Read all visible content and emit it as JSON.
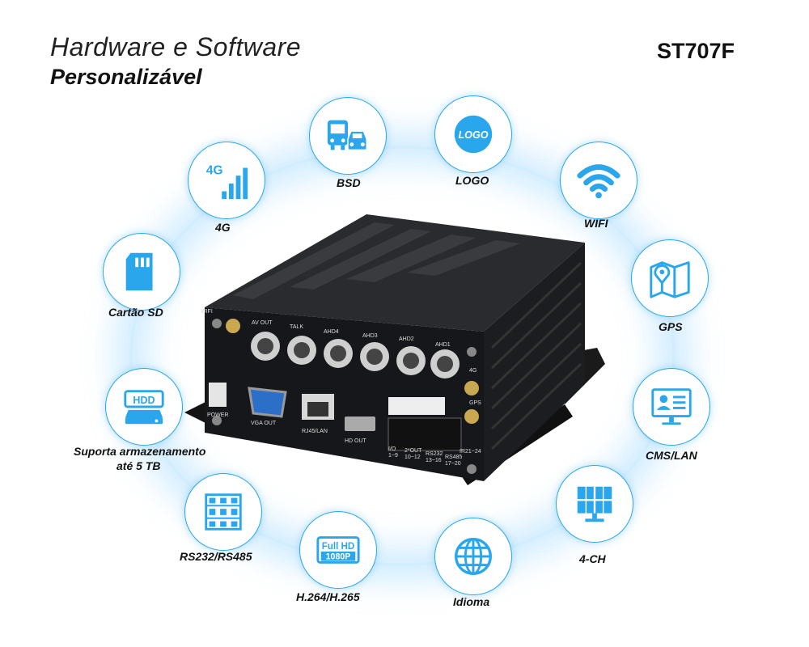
{
  "header": {
    "title_line1": "Hardware e Software",
    "title_line2": "Personalizável",
    "model": "ST707F"
  },
  "features": {
    "bsd": "BSD",
    "logo": "LOGO",
    "logo_badge": "LOGO",
    "four_g": "4G",
    "four_g_badge": "4G",
    "wifi": "WIFI",
    "sd": "Cartão SD",
    "gps": "GPS",
    "storage_line1": "Suporta armazenamento",
    "storage_line2": "até 5 TB",
    "hdd_badge": "HDD",
    "cms": "CMS/LAN",
    "rs": "RS232/RS485",
    "ch": "4-CH",
    "codec": "H.264/H.265",
    "fullhd_top": "Full HD",
    "fullhd_bottom": "1080P",
    "lang": "Idioma"
  },
  "device_labels": {
    "wifi": "WIFI",
    "av_out": "AV OUT",
    "talk": "TALK",
    "ahd4": "AHD4",
    "ahd3": "AHD3",
    "ahd2": "AHD2",
    "ahd1": "AHD1",
    "four_g": "4G",
    "gps": "GPS",
    "power": "POWER",
    "vga_out": "VGA OUT",
    "rj45": "RJ45/LAN",
    "hd_out": "HD OUT",
    "io": "I/O",
    "io_pins": "1~9",
    "out": "2*OUT",
    "out_pins": "10~12",
    "rs232": "RS232",
    "rs232_pins": "13~16",
    "rs485": "RS485",
    "rs485_pins": "17~20",
    "ir": "IR21~24"
  },
  "colors": {
    "accent": "#2aa7ec",
    "device": "#1b1c1e"
  }
}
